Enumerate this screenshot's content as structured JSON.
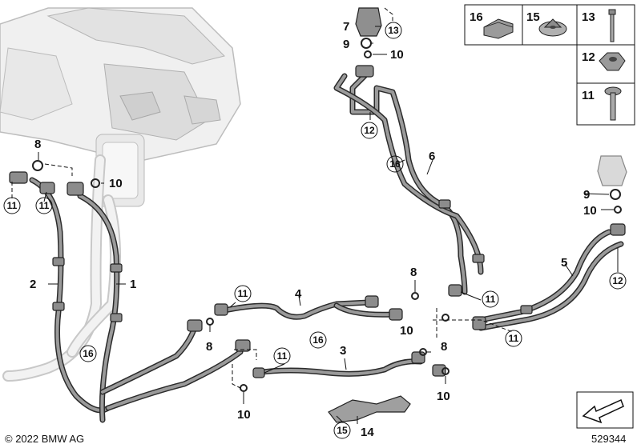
{
  "callouts": {
    "c1": "1",
    "c2": "2",
    "c3": "3",
    "c4": "4",
    "c5": "5",
    "c6": "6",
    "c7": "7",
    "c8a": "8",
    "c8b": "8",
    "c8c": "8",
    "c8d": "8",
    "c9a": "9",
    "c9b": "9",
    "c10a": "10",
    "c10b": "10",
    "c10c": "10",
    "c10d": "10",
    "c10e": "10",
    "c10f": "10",
    "c11a": "11",
    "c11b": "11",
    "c11c": "11",
    "c11d": "11",
    "c11e": "11",
    "c11f": "11",
    "c12a": "12",
    "c12b": "12",
    "c13": "13",
    "c14": "14",
    "c15": "15",
    "c16a": "16",
    "c16b": "16",
    "c16c": "16"
  },
  "legend": {
    "p16": "16",
    "p15": "15",
    "p13": "13",
    "p12": "12",
    "p11": "11"
  },
  "footer": {
    "copyright": "© 2022 BMW AG",
    "diagram_number": "529344"
  },
  "colors": {
    "ink": "#111111",
    "hose": "#2b2b2b",
    "ghost": "#c8c8c8",
    "legend_bg": "#ffffff"
  }
}
